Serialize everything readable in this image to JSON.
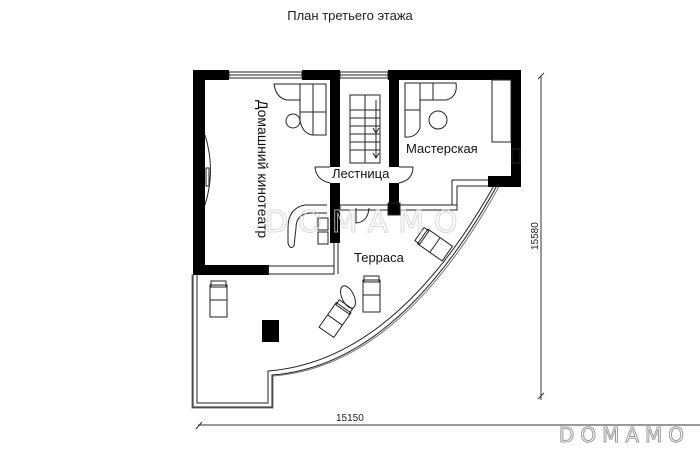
{
  "title": "План третьего этажа",
  "rooms": [
    {
      "id": "home-cinema",
      "label": "Домашний кинотеатр"
    },
    {
      "id": "staircase",
      "label": "Лестница"
    },
    {
      "id": "workshop",
      "label": "Мастерская"
    },
    {
      "id": "terrace",
      "label": "Терраса"
    }
  ],
  "dimensions": {
    "width": "15150",
    "height": "15580"
  },
  "watermark": "DOMAMO",
  "colors": {
    "wall": "#000000",
    "line": "#333333",
    "background": "#ffffff"
  }
}
